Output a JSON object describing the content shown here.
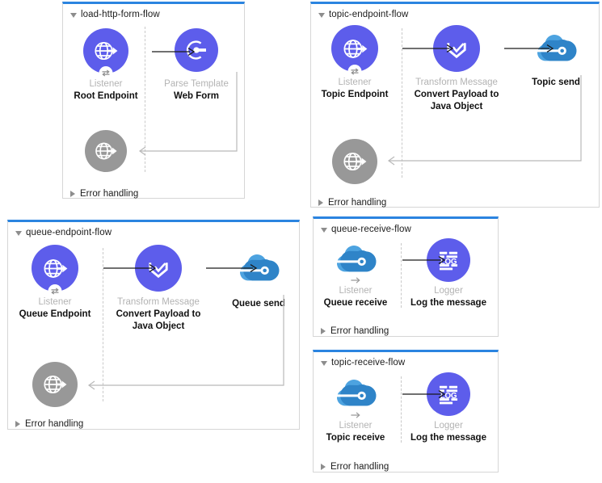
{
  "theme": {
    "accent_blue": "#5d5deb",
    "panel_top_border": "#2b84e0",
    "panel_border": "#d6d6d6",
    "error_node_gray": "#989898",
    "label_type_gray": "#b3b3b3",
    "cloud_blue_light": "#4da3e0",
    "cloud_blue_dark": "#2b7fc4",
    "connector_black": "#1a1a1a",
    "connector_gray": "#bcbcbc",
    "dash_gray": "#c9c9c9"
  },
  "flows": [
    {
      "id": "load-http-form-flow",
      "title": "load-http-form-flow",
      "error_handling_label": "Error handling",
      "nodes": [
        {
          "key": "listener",
          "type_label": "Listener",
          "name_label": "Root Endpoint",
          "icon": "globe-arrow-icon",
          "badge": "exchange-badge-icon",
          "style": "blue"
        },
        {
          "key": "parse",
          "type_label": "Parse Template",
          "name_label": "Web Form",
          "icon": "parse-template-icon",
          "badge": null,
          "style": "blue"
        },
        {
          "key": "errornode",
          "type_label": "",
          "name_label": "",
          "icon": "globe-arrow-icon",
          "badge": null,
          "style": "gray"
        }
      ]
    },
    {
      "id": "topic-endpoint-flow",
      "title": "topic-endpoint-flow",
      "error_handling_label": "Error handling",
      "nodes": [
        {
          "key": "listener",
          "type_label": "Listener",
          "name_label": "Topic Endpoint",
          "icon": "globe-arrow-icon",
          "badge": "exchange-badge-icon",
          "style": "blue"
        },
        {
          "key": "transform",
          "type_label": "Transform Message",
          "name_label": "Convert Payload to Java Object",
          "icon": "transform-message-icon",
          "badge": null,
          "style": "blue"
        },
        {
          "key": "send",
          "type_label": "",
          "name_label": "Topic send",
          "icon": "anypoint-mq-cloud-icon",
          "badge": null,
          "style": "cloud"
        },
        {
          "key": "errornode",
          "type_label": "",
          "name_label": "",
          "icon": "globe-arrow-icon",
          "badge": null,
          "style": "gray"
        }
      ]
    },
    {
      "id": "queue-endpoint-flow",
      "title": "queue-endpoint-flow",
      "error_handling_label": "Error handling",
      "nodes": [
        {
          "key": "listener",
          "type_label": "Listener",
          "name_label": "Queue Endpoint",
          "icon": "globe-arrow-icon",
          "badge": "exchange-badge-icon",
          "style": "blue"
        },
        {
          "key": "transform",
          "type_label": "Transform Message",
          "name_label": "Convert Payload to Java Object",
          "icon": "transform-message-icon",
          "badge": null,
          "style": "blue"
        },
        {
          "key": "send",
          "type_label": "",
          "name_label": "Queue send",
          "icon": "anypoint-mq-cloud-icon",
          "badge": null,
          "style": "cloud"
        },
        {
          "key": "errornode",
          "type_label": "",
          "name_label": "",
          "icon": "globe-arrow-icon",
          "badge": null,
          "style": "gray"
        }
      ]
    },
    {
      "id": "queue-receive-flow",
      "title": "queue-receive-flow",
      "error_handling_label": "Error handling",
      "nodes": [
        {
          "key": "listener",
          "type_label": "Listener",
          "name_label": "Queue receive",
          "icon": "anypoint-mq-cloud-icon",
          "badge": "arrow-right-badge-icon",
          "style": "cloud"
        },
        {
          "key": "logger",
          "type_label": "Logger",
          "name_label": "Log the message",
          "icon": "log-icon",
          "badge": null,
          "style": "blue"
        }
      ]
    },
    {
      "id": "topic-receive-flow",
      "title": "topic-receive-flow",
      "error_handling_label": "Error handling",
      "nodes": [
        {
          "key": "listener",
          "type_label": "Listener",
          "name_label": "Topic receive",
          "icon": "anypoint-mq-cloud-icon",
          "badge": "arrow-right-badge-icon",
          "style": "cloud"
        },
        {
          "key": "logger",
          "type_label": "Logger",
          "name_label": "Log the message",
          "icon": "log-icon",
          "badge": null,
          "style": "blue"
        }
      ]
    }
  ]
}
